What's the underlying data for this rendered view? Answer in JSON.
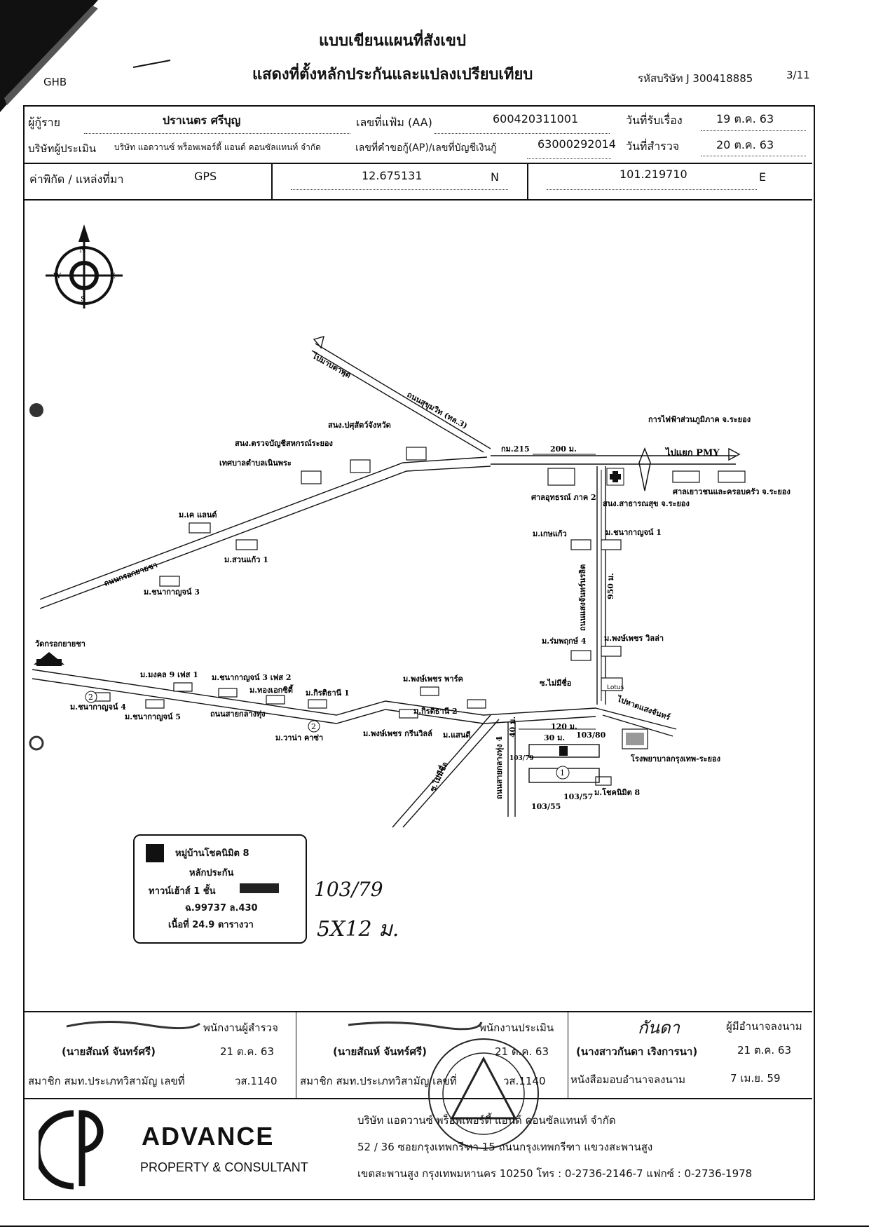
{
  "header": {
    "corner_label": "GHB",
    "title_line1": "แบบเขียนแผนที่สังเขป",
    "title_line2": "แสดงที่ตั้งหลักประกันและแปลงเปรียบเทียบ",
    "company_code": "รหัสบริษัท J 300418885",
    "page_no": "3/11"
  },
  "info": {
    "borrower_label": "ผู้กู้ราย",
    "borrower_name": "ปราเนตร  ศรีบุญ",
    "file_no_label": "เลขที่แฟ้ม (AA)",
    "file_no": "600420311001",
    "received_label": "วันที่รับเรื่อง",
    "received_date": "19 ต.ค. 63",
    "appraiser_label": "บริษัทผู้ประเมิน",
    "appraiser_name": "บริษัท แอดวานซ์ พร็อพเพอร์ตี้ แอนด์ คอนซัลแทนท์ จำกัด",
    "request_label": "เลขที่คำขอกู้(AP)/เลขที่บัญชีเงินกู้",
    "request_no": "63000292014",
    "survey_label": "วันที่สำรวจ",
    "survey_date": "20 ต.ค. 63",
    "coord_label": "ค่าพิกัด / แหล่งที่มา",
    "coord_source": "GPS",
    "lat": "12.675131",
    "lat_dir": "N",
    "lon": "101.219710",
    "lon_dir": "E"
  },
  "map": {
    "compass": {
      "n": "N",
      "s": "S",
      "e": "E",
      "w": "W"
    },
    "roads": {
      "to_ban_phe": "ไปมาบตาพุด",
      "sukhumvit": "ถนนสุขุมวิท (ทล.3)",
      "km215": "กม.215",
      "dist200": "200 ม.",
      "to_pmy": "ไปแยก PMY",
      "krok_yai_cha": "ถนนกรอกยายชา",
      "saeng_chan": "ถนนแสงจันทร์นรลิต",
      "dist950": "950 ม.",
      "sai_klang_thung": "ถนนสายกลางทุ่ง",
      "to_hat_saeng_chan": "ไปหาดแสงจันทร์",
      "soi_no_name": "ซ.ไม่มีชื่อ",
      "soi_no_name2": "ซ.ไม่มีชื่อ",
      "sai_klang_thung4": "ถนนสายกลางทุ่ง 4",
      "dist120": "120 ม.",
      "dist30": "30 ม.",
      "dist40": "40 ม."
    },
    "places": {
      "pea": "การไฟฟ้าส่วนภูมิภาค จ.ระยอง",
      "livestock": "สนง.ปศุสัตว์จังหวัด",
      "coop_audit": "สนง.ตรวจบัญชีสหกรณ์ระยอง",
      "municipality": "เทศบาลตำบลเนินพระ",
      "appeal_court": "ศาลอุทธรณ์ ภาค 2",
      "health_office": "สนง.สาธารณสุข จ.ระยอง",
      "juvenile_court": "ศาลเยาวชนและครอบครัว จ.ระยอง",
      "k_land": "ม.เค แลนด์",
      "suan_kaew": "ม.สวนแก้ว 1",
      "chanakarn3": "ม.ชนากาญจน์ 3",
      "ket_kaew": "ม.เกษแก้ว",
      "chanakarn1": "ม.ชนากาญจน์ 1",
      "rom_pruek4": "ม.ร่มพฤกษ์ 4",
      "pongphet_villa": "ม.พงษ์เพชร วิลล่า",
      "lotus": "Lotus",
      "wat": "วัดกรอกยายชา",
      "mongkol9": "ม.มงคล 9 เฟส 1",
      "chanakarn3p2": "ม.ชนากาญจน์ 3 เฟส 2",
      "thong_ek": "ม.ทองเอกซิตี้",
      "kitthanee1": "ม.กิรติธานี 1",
      "pongphet_park": "ม.พงษ์เพชร พาร์ค",
      "chanakarn4": "ม.ชนากาญจน์ 4",
      "chanakarn5": "ม.ชนากาญจน์ 5",
      "wanna": "ม.วาน่า คาซ่า",
      "kitthanee2": "ม.กิรติธานี 2",
      "pongphet_green": "ม.พงษ์เพชร กรีนวิลล์",
      "sandee": "ม.แสนดี",
      "hospital": "โรงพยาบาลกรุงเทพ-ระยอง",
      "chokenimit8": "ม.โชคนิมิต 8",
      "plot_103_80": "103/80",
      "plot_103_79": "103/79",
      "plot_103_57": "103/57",
      "plot_103_55": "103/55",
      "marker1": "1",
      "marker2": "2"
    },
    "legend": {
      "line1": "หมู่บ้านโชคนิมิต 8",
      "line2": "หลักประกัน",
      "line3": "ทาวน์เฮ้าส์ 1 ชั้น",
      "line4": "ฉ.99737 ล.430",
      "line5": "เนื้อที่ 24.9 ตารางวา"
    },
    "handwritten": {
      "note1": "103/79",
      "note2": "5X12 ม."
    }
  },
  "signatures": {
    "surveyor_role": "พนักงานผู้สำรวจ",
    "surveyor_name": "(นายสัณห์  จันทร์ศรี)",
    "surveyor_date": "21 ต.ค. 63",
    "surveyor_member_label": "สมาชิก สมท.ประเภทวิสามัญ เลขที่",
    "surveyor_member_no": "วส.1140",
    "appraiser_role": "พนักงานประเมิน",
    "appraiser_name": "(นายสัณห์  จันทร์ศรี)",
    "appraiser_date": "21 ต.ค. 63",
    "appraiser_member_label": "สมาชิก สมท.ประเภทวิสามัญ เลขที่",
    "appraiser_member_no": "วส.1140",
    "signatory_role": "ผู้มีอำนาจลงนาม",
    "signatory_name": "(นางสาวกันดา  เริงการนา)",
    "signatory_date": "21 ต.ค. 63",
    "signatory_delegate_label": "หนังสือมอบอำนาจลงนาม",
    "signatory_delegate_date": "7 เม.ย. 59",
    "signature_text": "กันดา"
  },
  "footer": {
    "brand": "ADVANCE",
    "brand_sub": "PROPERTY & CONSULTANT",
    "company": "บริษัท  แอดวานซ์ พร็อพเพอร์ตี้ แอนด์ คอนซัลแทนท์  จำกัด",
    "address1": "52 / 36  ซอยกรุงเทพกรีฑา 15  ถนนกรุงเทพกรีฑา  แขวงสะพานสูง",
    "address2": "เขตสะพานสูง  กรุงเทพมหานคร  10250  โทร : 0-2736-2146-7  แฟกซ์ : 0-2736-1978"
  }
}
